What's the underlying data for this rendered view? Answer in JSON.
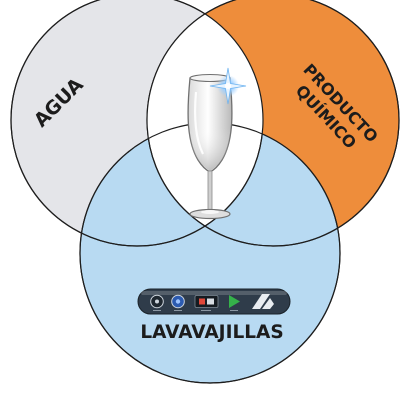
{
  "diagram": {
    "circles": [
      {
        "id": "water",
        "label": "AGUA",
        "fill": "#e4e5e9"
      },
      {
        "id": "chemical",
        "label_lines": [
          "PRODUCTO",
          "QUÍMICO"
        ],
        "fill": "#ee8d3b"
      },
      {
        "id": "dishwasher",
        "label": "LAVAVAJILLAS",
        "fill": "#b8daf2"
      }
    ],
    "center": {
      "fill": "#ffffff",
      "icon": "wine-glass-icon",
      "sparkle": "sparkle-icon"
    },
    "control_panel": {
      "icon": "dishwasher-control-panel-icon",
      "panel_color": "#2f3c4a",
      "play_color": "#35b24a"
    },
    "outline_color": "#1e1e1e"
  }
}
